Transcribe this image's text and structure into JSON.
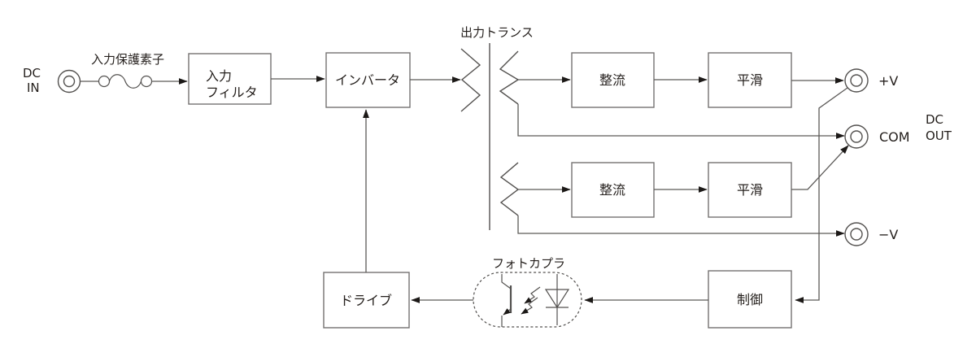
{
  "diagram": {
    "title_hint": "DC-DC converter block diagram",
    "colors": {
      "background": "#ffffff",
      "wire": "#5c5a58",
      "box_border": "#747271",
      "arrowhead": "#1c1917",
      "text": "#241f1c"
    },
    "labels": {
      "dc_in_line1": "DC",
      "dc_in_line2": "IN",
      "input_protection": "入力保護素子",
      "output_transformer": "出力トランス",
      "photocoupler": "フォトカプラ",
      "dc_out_line1": "DC",
      "dc_out_line2": "OUT"
    },
    "blocks": {
      "input_filter_line1": "入力",
      "input_filter_line2": "フィルタ",
      "inverter": "インバータ",
      "rectifier_top": "整流",
      "smoothing_top": "平滑",
      "rectifier_bottom": "整流",
      "smoothing_bottom": "平滑",
      "control": "制御",
      "drive": "ドライブ"
    },
    "terminals": {
      "positive": "+V",
      "common": "COM",
      "negative": "−V"
    }
  }
}
